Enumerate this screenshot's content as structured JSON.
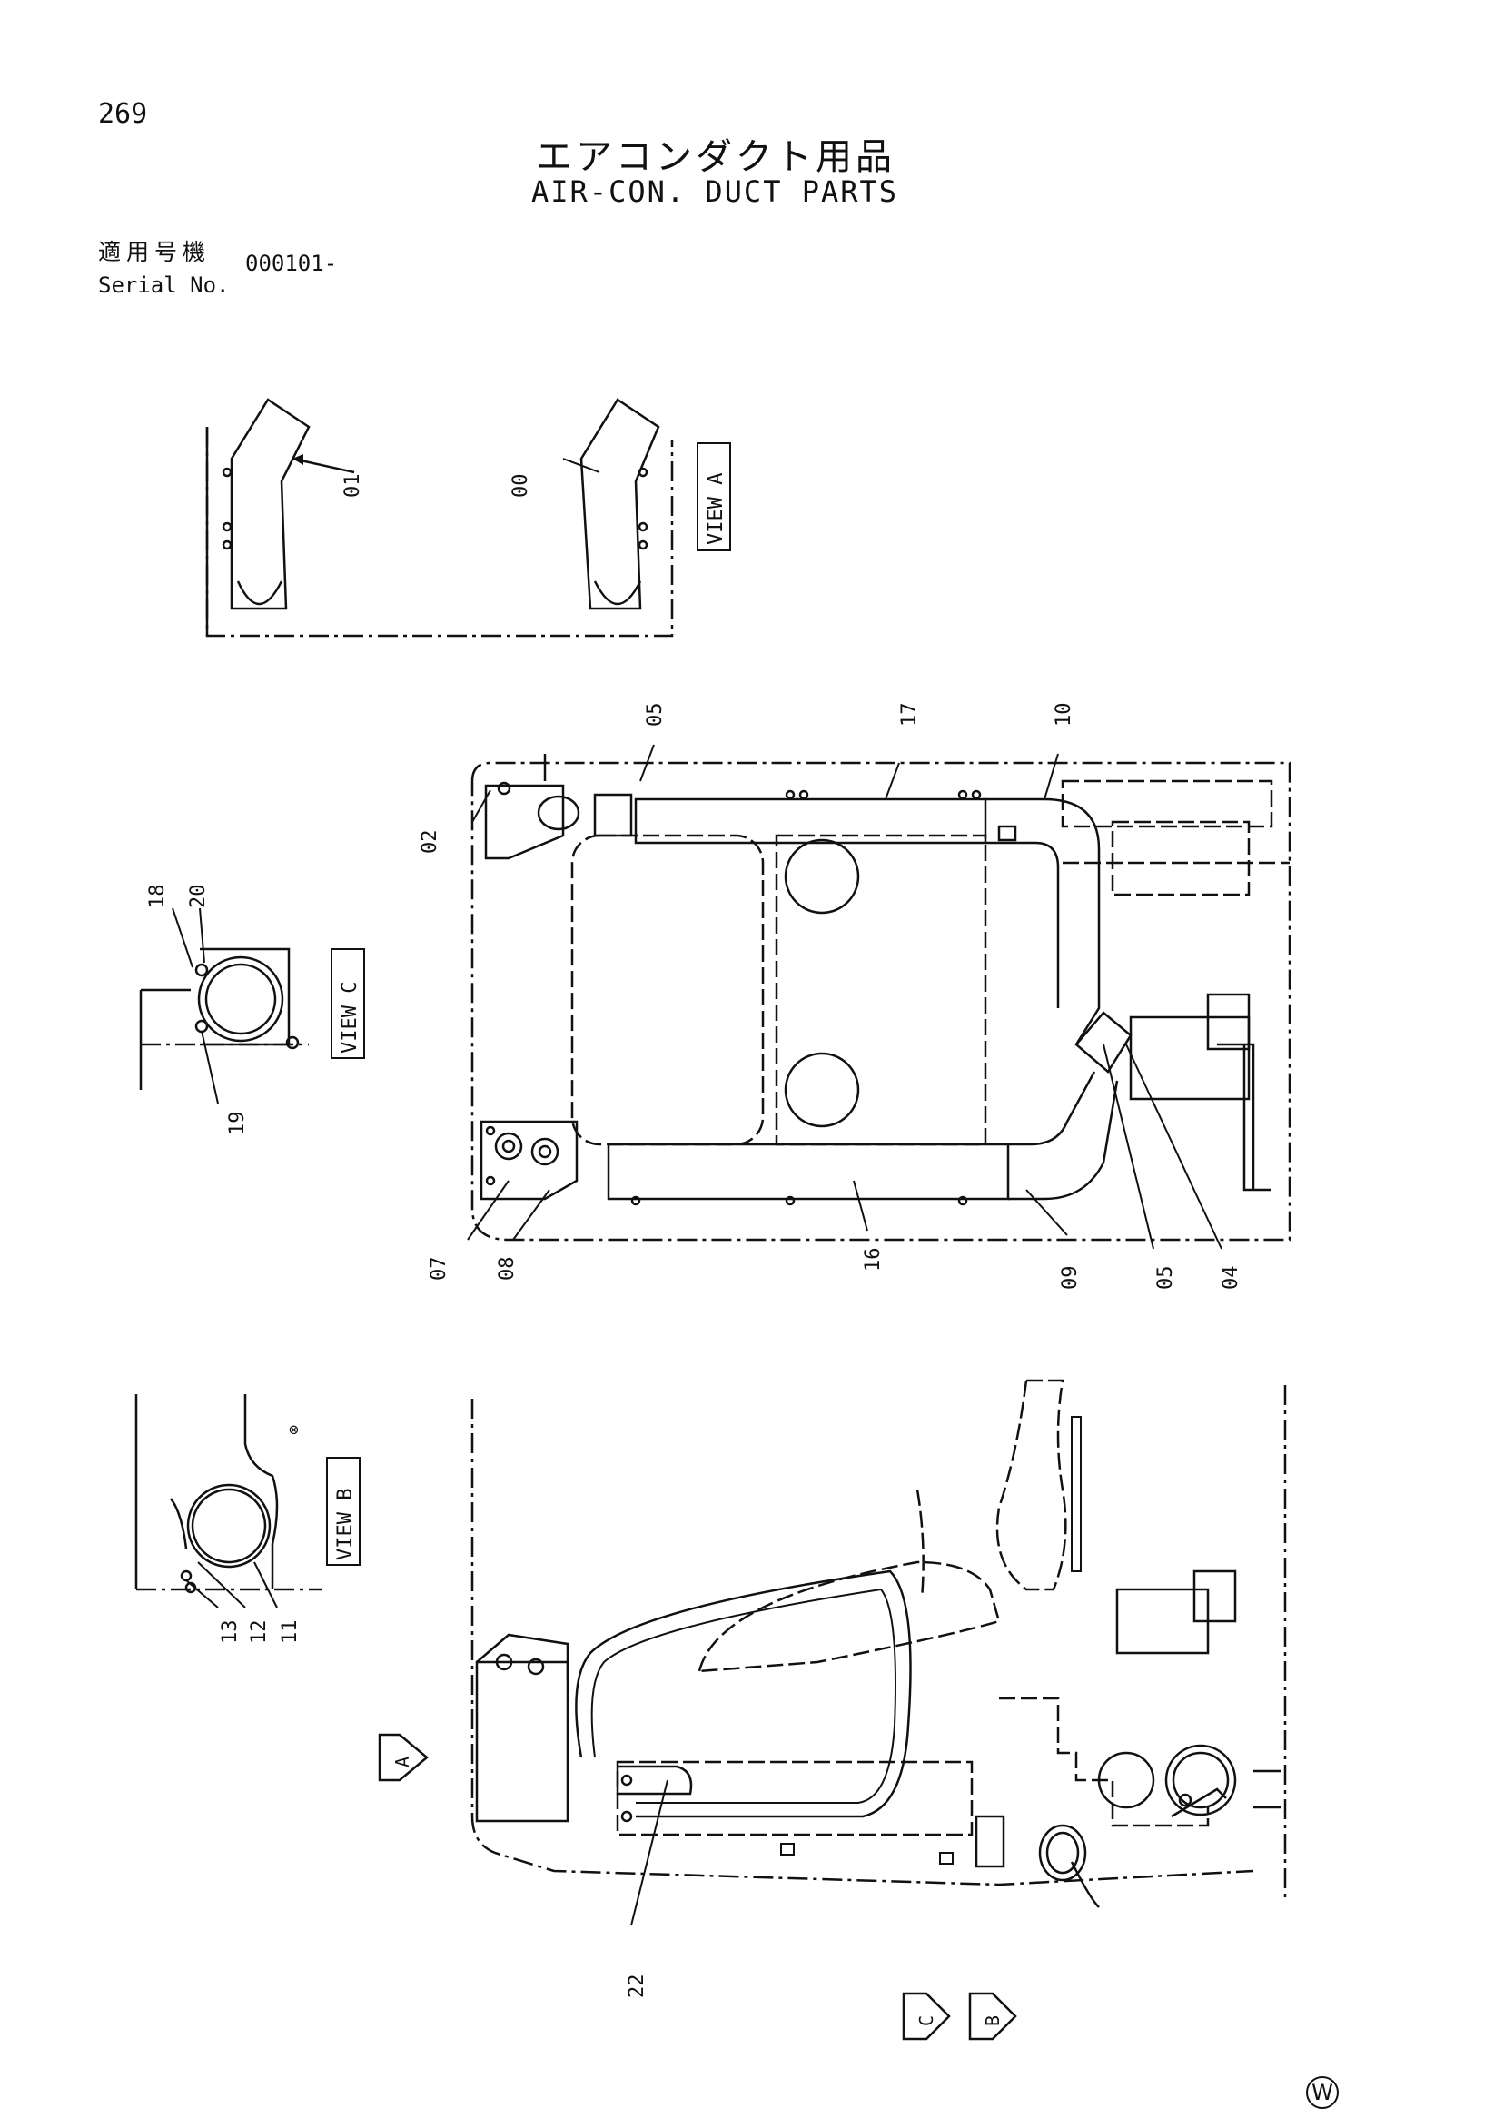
{
  "page_number": "269",
  "title_ja": "エアコンダクト用品",
  "title_en": "AIR-CON. DUCT PARTS",
  "serial_ja": "適用号機",
  "serial_en": "Serial No.",
  "serial_value": "000101-",
  "views": {
    "a": "VIEW A",
    "b": "VIEW B",
    "c": "VIEW C"
  },
  "arrows": {
    "a": "A",
    "b": "B",
    "c": "C"
  },
  "callouts": {
    "c00": "00",
    "c01": "01",
    "c02": "02",
    "c04": "04",
    "c05a": "05",
    "c05b": "05",
    "c07": "07",
    "c08": "08",
    "c09": "09",
    "c10": "10",
    "c11": "11",
    "c12": "12",
    "c13": "13",
    "c16": "16",
    "c17": "17",
    "c18": "18",
    "c19": "19",
    "c20": "20",
    "c22": "22"
  },
  "watermark": "W"
}
